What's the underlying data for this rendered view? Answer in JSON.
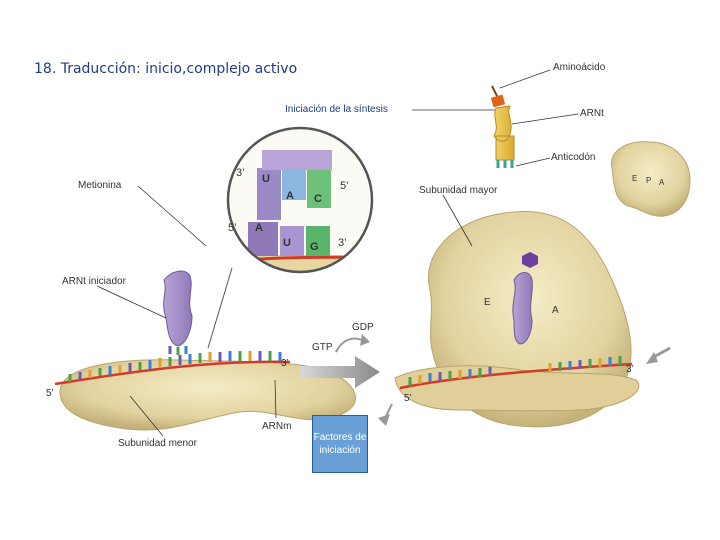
{
  "title": "18. Traducción: inicio,complejo activo",
  "labels": {
    "aminoacido": "Aminoácido",
    "iniciacion": "Iniciación de la síntesis",
    "arnt": "ARNt",
    "anticodon": "Anticodón",
    "metionina": "Metionina",
    "subunidad_mayor": "Subunidad mayor",
    "arnt_iniciador": "ARNt iniciador",
    "gdp": "GDP",
    "gtp": "GTP",
    "subunidad_menor": "Subunidad menor",
    "arnm": "ARNm",
    "factores": "Factores de iniciación"
  },
  "zoom": {
    "prime3_top": "3’",
    "prime5_top": "5’",
    "prime5_left": "5’",
    "prime3_bottom": "3’",
    "codon_top": [
      "U",
      "A",
      "C"
    ],
    "codon_bottom": [
      "A",
      "U",
      "G"
    ]
  },
  "ends": {
    "left_5": "5’",
    "left_3": "3’",
    "right_3": "3’",
    "right_5": "5’"
  },
  "sites": {
    "E_small": "E",
    "P_small": "P",
    "A_small": "A",
    "E": "E",
    "A": "A"
  }
}
